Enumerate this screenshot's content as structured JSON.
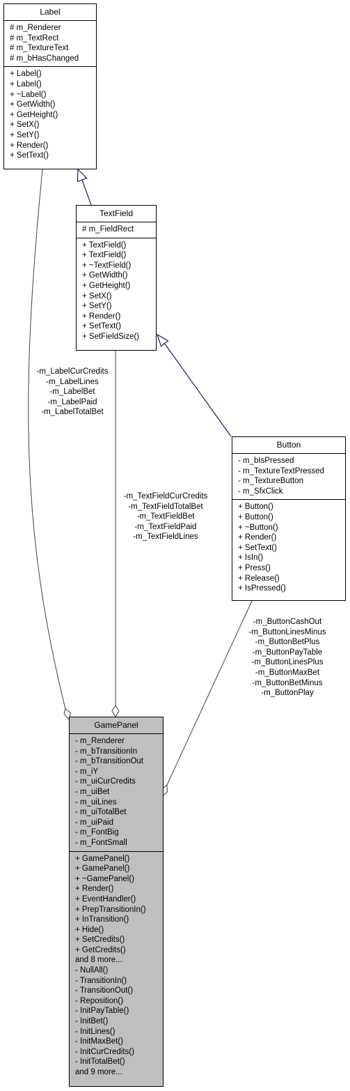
{
  "classes": {
    "label": {
      "title": "Label",
      "attributes": [
        "# m_Renderer",
        "# m_TextRect",
        "# m_TextureText",
        "# m_bHasChanged"
      ],
      "methods": [
        "+ Label()",
        "+ Label()",
        "+ ~Label()",
        "+ GetWidth()",
        "+ GetHeight()",
        "+ SetX()",
        "+ SetY()",
        "+ Render()",
        "+ SetText()"
      ]
    },
    "textfield": {
      "title": "TextField",
      "attributes": [
        "# m_FieldRect"
      ],
      "methods": [
        "+ TextField()",
        "+ TextField()",
        "+ ~TextField()",
        "+ GetWidth()",
        "+ GetHeight()",
        "+ SetX()",
        "+ SetY()",
        "+ Render()",
        "+ SetText()",
        "+ SetFieldSize()"
      ]
    },
    "button": {
      "title": "Button",
      "attributes": [
        "- m_bIsPressed",
        "- m_TextureTextPressed",
        "- m_TextureButton",
        "- m_SfxClick"
      ],
      "methods": [
        "+ Button()",
        "+ Button()",
        "+ ~Button()",
        "+ Render()",
        "+ SetText()",
        "+ IsIn()",
        "+ Press()",
        "+ Release()",
        "+ IsPressed()"
      ]
    },
    "gamepanel": {
      "title": "GamePanel",
      "attributes": [
        "- m_Renderer",
        "- m_bTransitionIn",
        "- m_bTransitionOut",
        "- m_iY",
        "- m_uiCurCredits",
        "- m_uiBet",
        "- m_uiLines",
        "- m_uiTotalBet",
        "- m_uiPaid",
        "- m_FontBig",
        "- m_FontSmall"
      ],
      "methods": [
        "+ GamePanel()",
        "+ GamePanel()",
        "+ ~GamePanel()",
        "+ Render()",
        "+ EventHandler()",
        "+ PrepTransitionIn()",
        "+ InTransition()",
        "+ Hide()",
        "+ SetCredits()",
        "+ GetCredits()",
        "and 8 more...",
        "- NullAll()",
        "- TransitionIn()",
        "- TransitionOut()",
        "- Reposition()",
        "- InitPayTable()",
        "- InitBet()",
        "- InitLines()",
        "- InitMaxBet()",
        "- InitCurCredits()",
        "- InitTotalBet()",
        "and 9 more..."
      ]
    }
  },
  "edge_labels": {
    "label_to_gamepanel": [
      "-m_LabelCurCredits",
      "-m_LabelLines",
      "-m_LabelBet",
      "-m_LabelPaid",
      "-m_LabelTotalBet"
    ],
    "textfield_to_gamepanel": [
      "-m_TextFieldCurCredits",
      "-m_TextFieldTotalBet",
      "-m_TextFieldBet",
      "-m_TextFieldPaid",
      "-m_TextFieldLines"
    ],
    "button_to_gamepanel": [
      "-m_ButtonCashOut",
      "-m_ButtonLinesMinus",
      "-m_ButtonBetPlus",
      "-m_ButtonPayTable",
      "-m_ButtonLinesPlus",
      "-m_ButtonMaxBet",
      "-m_ButtonBetMinus",
      "-m_ButtonPlay"
    ]
  },
  "colors": {
    "inheritance_edge": "#191970",
    "association_edge": "#404040",
    "gamepanel_fill": "#bfbfbf"
  }
}
